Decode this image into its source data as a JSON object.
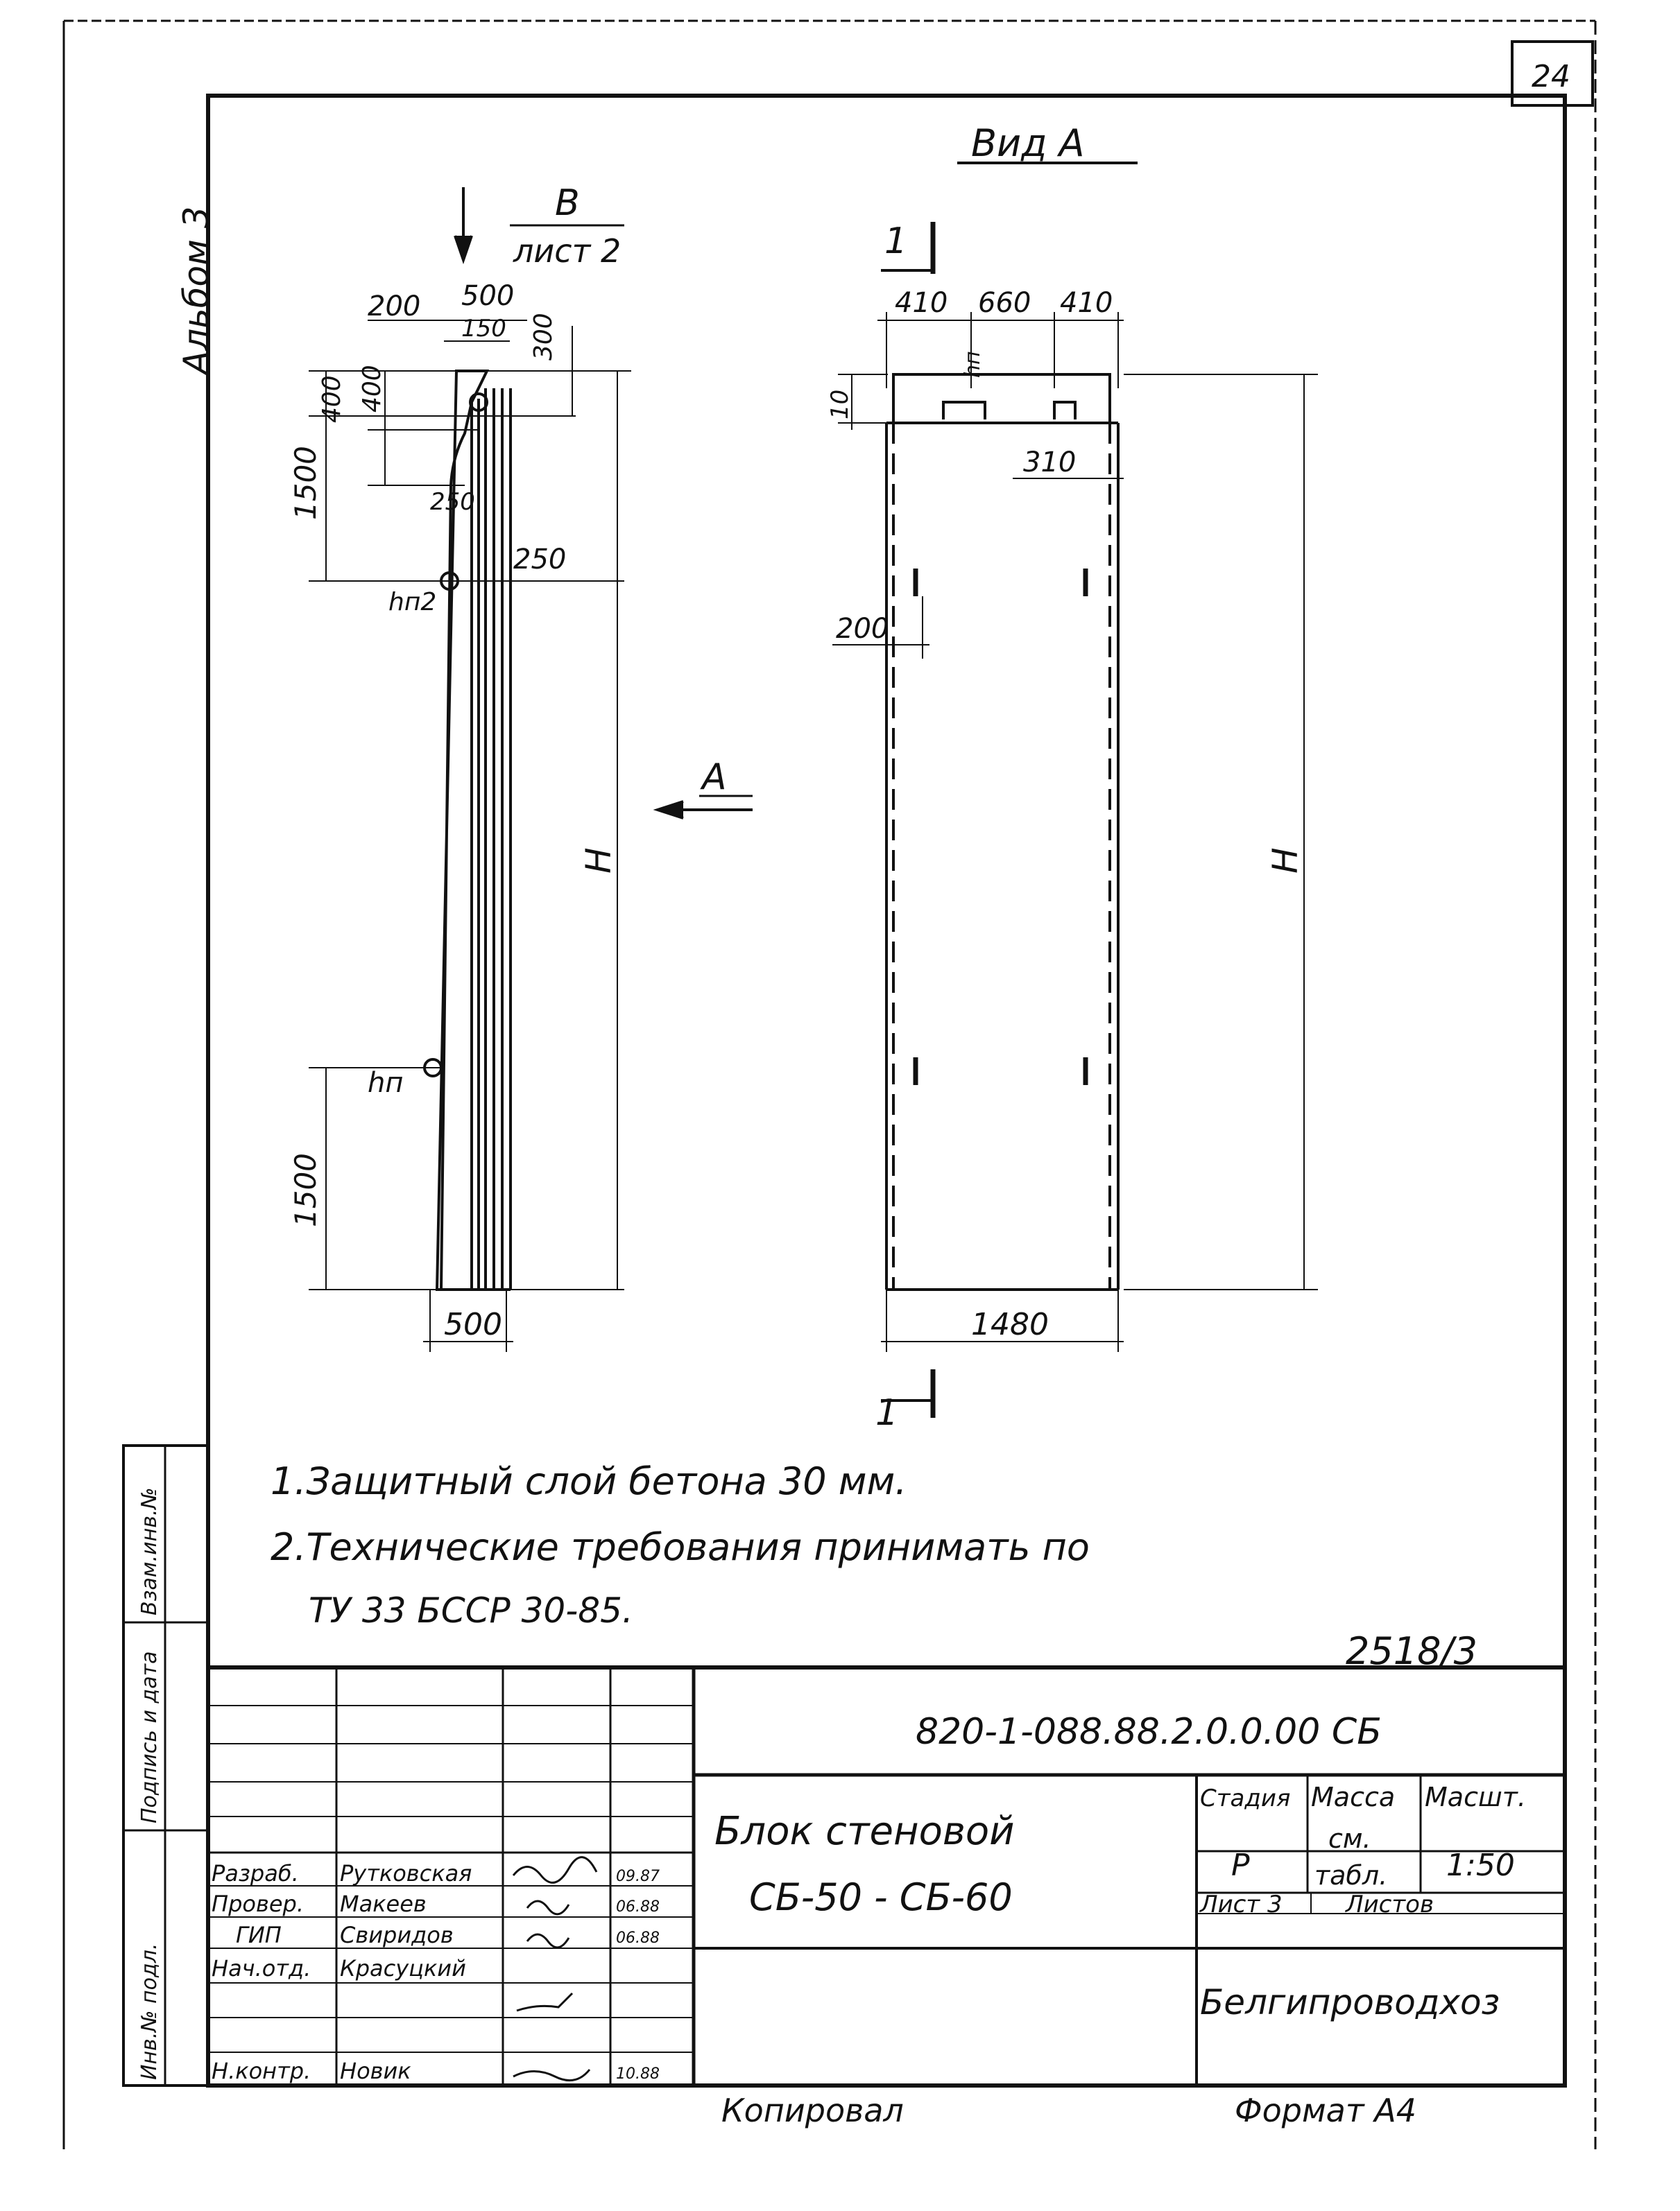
{
  "sheet": {
    "page_number": "24",
    "album": "Альбом 3",
    "view_title": "Вид А",
    "section_ref_letter": "В",
    "section_ref_sheet": "лист 2",
    "view_arrow_label": "А",
    "section_mark": "1",
    "archive_number": "2518/3"
  },
  "side_view": {
    "dims": [
      "200",
      "500",
      "150",
      "300",
      "400",
      "400",
      "250",
      "250",
      "1500",
      "hп2",
      "H",
      "hп",
      "1500",
      "500"
    ]
  },
  "front_view": {
    "dims": [
      "410",
      "660",
      "410",
      "hп",
      "10",
      "310",
      "200",
      "H",
      "1480"
    ]
  },
  "notes": [
    "1.Защитный слой бетона 30 мм.",
    "2.Технические требования принимать по",
    "ТУ 33 БССР 30-85."
  ],
  "side_stamp": [
    "Инв.№ подл.",
    "Подпись и дата",
    "Взам.инв.№"
  ],
  "title_block": {
    "doc_code": "820-1-088.88.2.0.0.00  СБ",
    "title_line1": "Блок  стеновой",
    "title_line2": "СБ-50 - СБ-60",
    "stage_header": "Стадия",
    "mass_header": "Масса",
    "scale_header": "Масшт.",
    "stage_value": "Р",
    "mass_value_1": "см.",
    "mass_value_2": "табл.",
    "scale_value": "1:50",
    "sheet_label": "Лист 3",
    "sheets_label": "Листов",
    "organization": "Белгипроводхоз",
    "roles": [
      "Разраб.",
      "Провер.",
      "ГИП",
      "Нач.отд.",
      "Н.контр."
    ],
    "names": [
      "Рутковская",
      "Макеев",
      "Свиридов",
      "Красуцкий",
      "Новик"
    ],
    "dates": [
      "09.87",
      "06.88",
      "06.88",
      "",
      "10.88"
    ]
  },
  "footer": {
    "copied": "Копировал",
    "format": "Формат А4"
  }
}
